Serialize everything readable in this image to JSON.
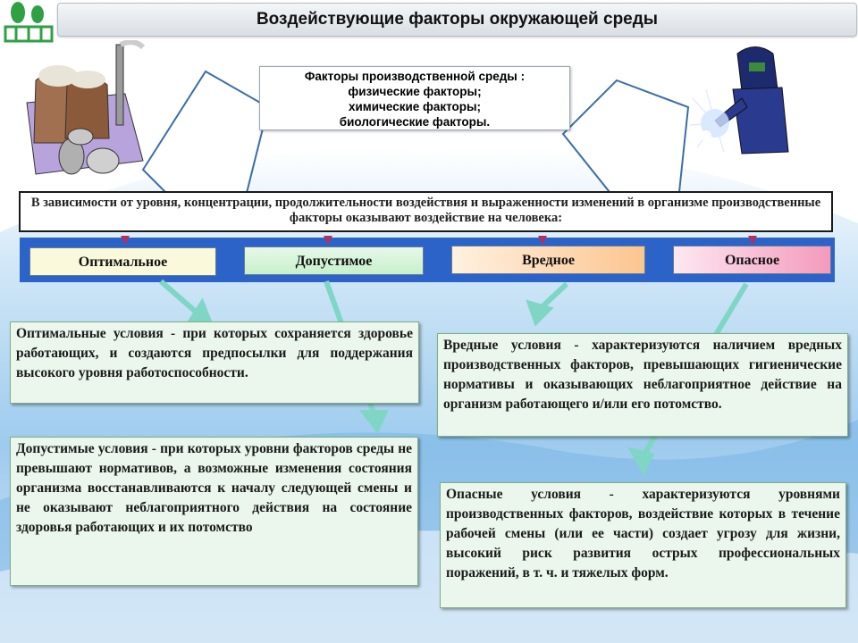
{
  "page": {
    "title": "Воздействующие факторы окружающей среды"
  },
  "factors_box": {
    "line1": "Факторы производственной среды :",
    "line2": "физические факторы;",
    "line3": "химические факторы;",
    "line4": "биологические факторы."
  },
  "info_box": {
    "text": "В зависимости от уровня, концентрации, продолжительности воздействия и выраженности изменений в организме  производственные факторы оказывают воздействие на человека:"
  },
  "levels": [
    {
      "label": "Оптимальное"
    },
    {
      "label": "Допустимое"
    },
    {
      "label": "Вредное"
    },
    {
      "label": "Опасное"
    }
  ],
  "descriptions": {
    "optimal": "Оптимальные условия - при которых сохраняется здоровье работающих, и создаются предпосылки для поддержания высокого уровня работоспособности.",
    "acceptable": "Допустимые условия - при которых уровни факторов среды не превышают нормативов, а возможные изменения состояния организма восстанавливаются к началу следующей смены и не оказывают неблагоприятного действия на состояние здоровья работающих и их потомство",
    "harmful": "Вредные условия - характеризуются наличием вредных производственных факторов, превышающих гигиенические нормативы и оказывающих неблагоприятное действие на организм работающего и/или его потомство.",
    "dangerous": "Опасные условия - характеризуются уровнями производственных факторов, воздействие которых в течение рабочей смены (или ее части) создает угрозу для жизни, высокий риск развития острых профессиональных поражений, в т. ч. и тяжелых форм."
  },
  "colors": {
    "band": "#2c63c8",
    "arrow": "#7fd6c4",
    "optimal_fill": "#fbf9dc",
    "acceptable_fill": "#e6f8e8",
    "harmful_fill": "#fcd9b4",
    "dangerous_fill": "#f7c2d6",
    "description_fill": "#ebf7ec"
  },
  "icons": [
    "factory-icon",
    "welder-icon",
    "logo-icon"
  ]
}
